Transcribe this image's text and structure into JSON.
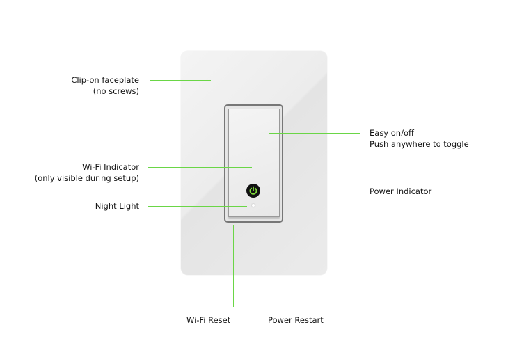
{
  "labels": {
    "faceplate": {
      "line1": "Clip-on faceplate",
      "line2": "(no screws)"
    },
    "wifi_indicator": {
      "line1": "Wi-Fi Indicator",
      "line2": "(only visible during setup)"
    },
    "night_light": "Night Light",
    "easy_toggle": {
      "line1": "Easy on/off",
      "line2": "Push anywhere to toggle"
    },
    "power_indicator": "Power Indicator",
    "wifi_reset": "Wi-Fi Reset",
    "power_restart": "Power Restart"
  },
  "colors": {
    "leader_line": "#6ad646",
    "power_icon": "#7ed93a"
  }
}
